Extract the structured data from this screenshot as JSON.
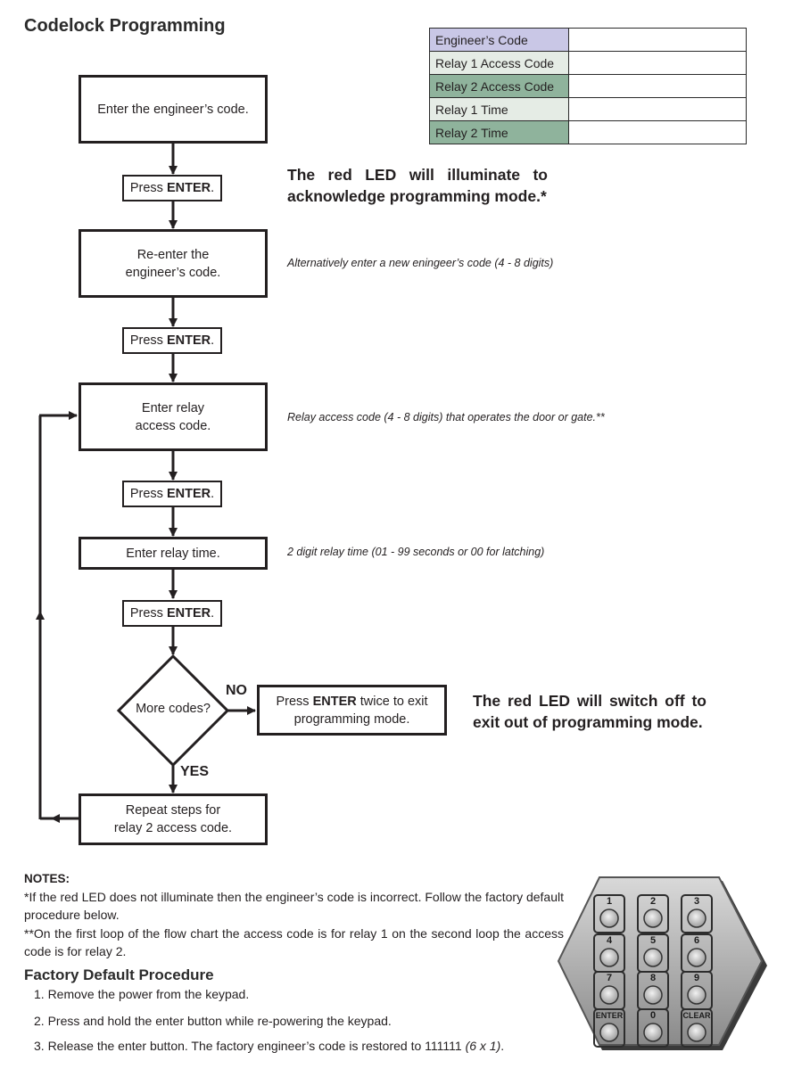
{
  "title": "Codelock Programming",
  "code_table": [
    {
      "label": "Engineer’s Code",
      "color": "#c9c7e6"
    },
    {
      "label": "Relay 1 Access Code",
      "color": "#e5ece5"
    },
    {
      "label": "Relay 2 Access Code",
      "color": "#8fb39c"
    },
    {
      "label": "Relay 1 Time",
      "color": "#e5ece5"
    },
    {
      "label": "Relay 2 Time",
      "color": "#8fb39c"
    }
  ],
  "flow": {
    "step1": "Enter the engineer’s code.",
    "press_prefix": "Press ",
    "press_key": "ENTER",
    "press_suffix": ".",
    "step2": "Re-enter the\nengineer’s code.",
    "step3": "Enter relay\naccess code.",
    "step4": "Enter relay time.",
    "decision": "More codes?",
    "no_label": "NO",
    "yes_label": "YES",
    "exit_prefix": "Press ",
    "exit_key": "ENTER",
    "exit_rest": " twice to exit",
    "exit_line2": "programming mode.",
    "repeat": "Repeat steps for\nrelay 2 access code."
  },
  "annotations": {
    "led_on": "The red LED will illuminate to acknowledge programming mode.*",
    "alt_code": "Alternatively enter a new eningeer’s code (4 - 8 digits)",
    "relay_code": "Relay access code (4 - 8 digits) that operates the door or gate.**",
    "relay_time": "2 digit relay time (01 - 99 seconds or 00 for latching)",
    "led_off": "The red LED will switch off to exit out of programming mode."
  },
  "notes": {
    "title": "NOTES:",
    "note1": "*If the red LED does not illuminate then the engineer’s code is incorrect. Follow the factory default procedure below.",
    "note2": "**On the first loop of the flow chart the access code is for relay 1 on the second loop the access code is for relay 2."
  },
  "factory": {
    "title": "Factory Default Procedure",
    "step1": "1. Remove the power from the keypad.",
    "step2": "2. Press and hold the enter button while re-powering the keypad.",
    "step3_main": "3. Release the enter button. The factory engineer’s code is restored to 111111 ",
    "step3_italic": "(6 x 1)",
    "step3_end": "."
  },
  "keypad": {
    "keys": [
      "1",
      "2",
      "3",
      "4",
      "5",
      "6",
      "7",
      "8",
      "9",
      "ENTER",
      "0",
      "CLEAR"
    ],
    "icon": "keypad-photo"
  }
}
